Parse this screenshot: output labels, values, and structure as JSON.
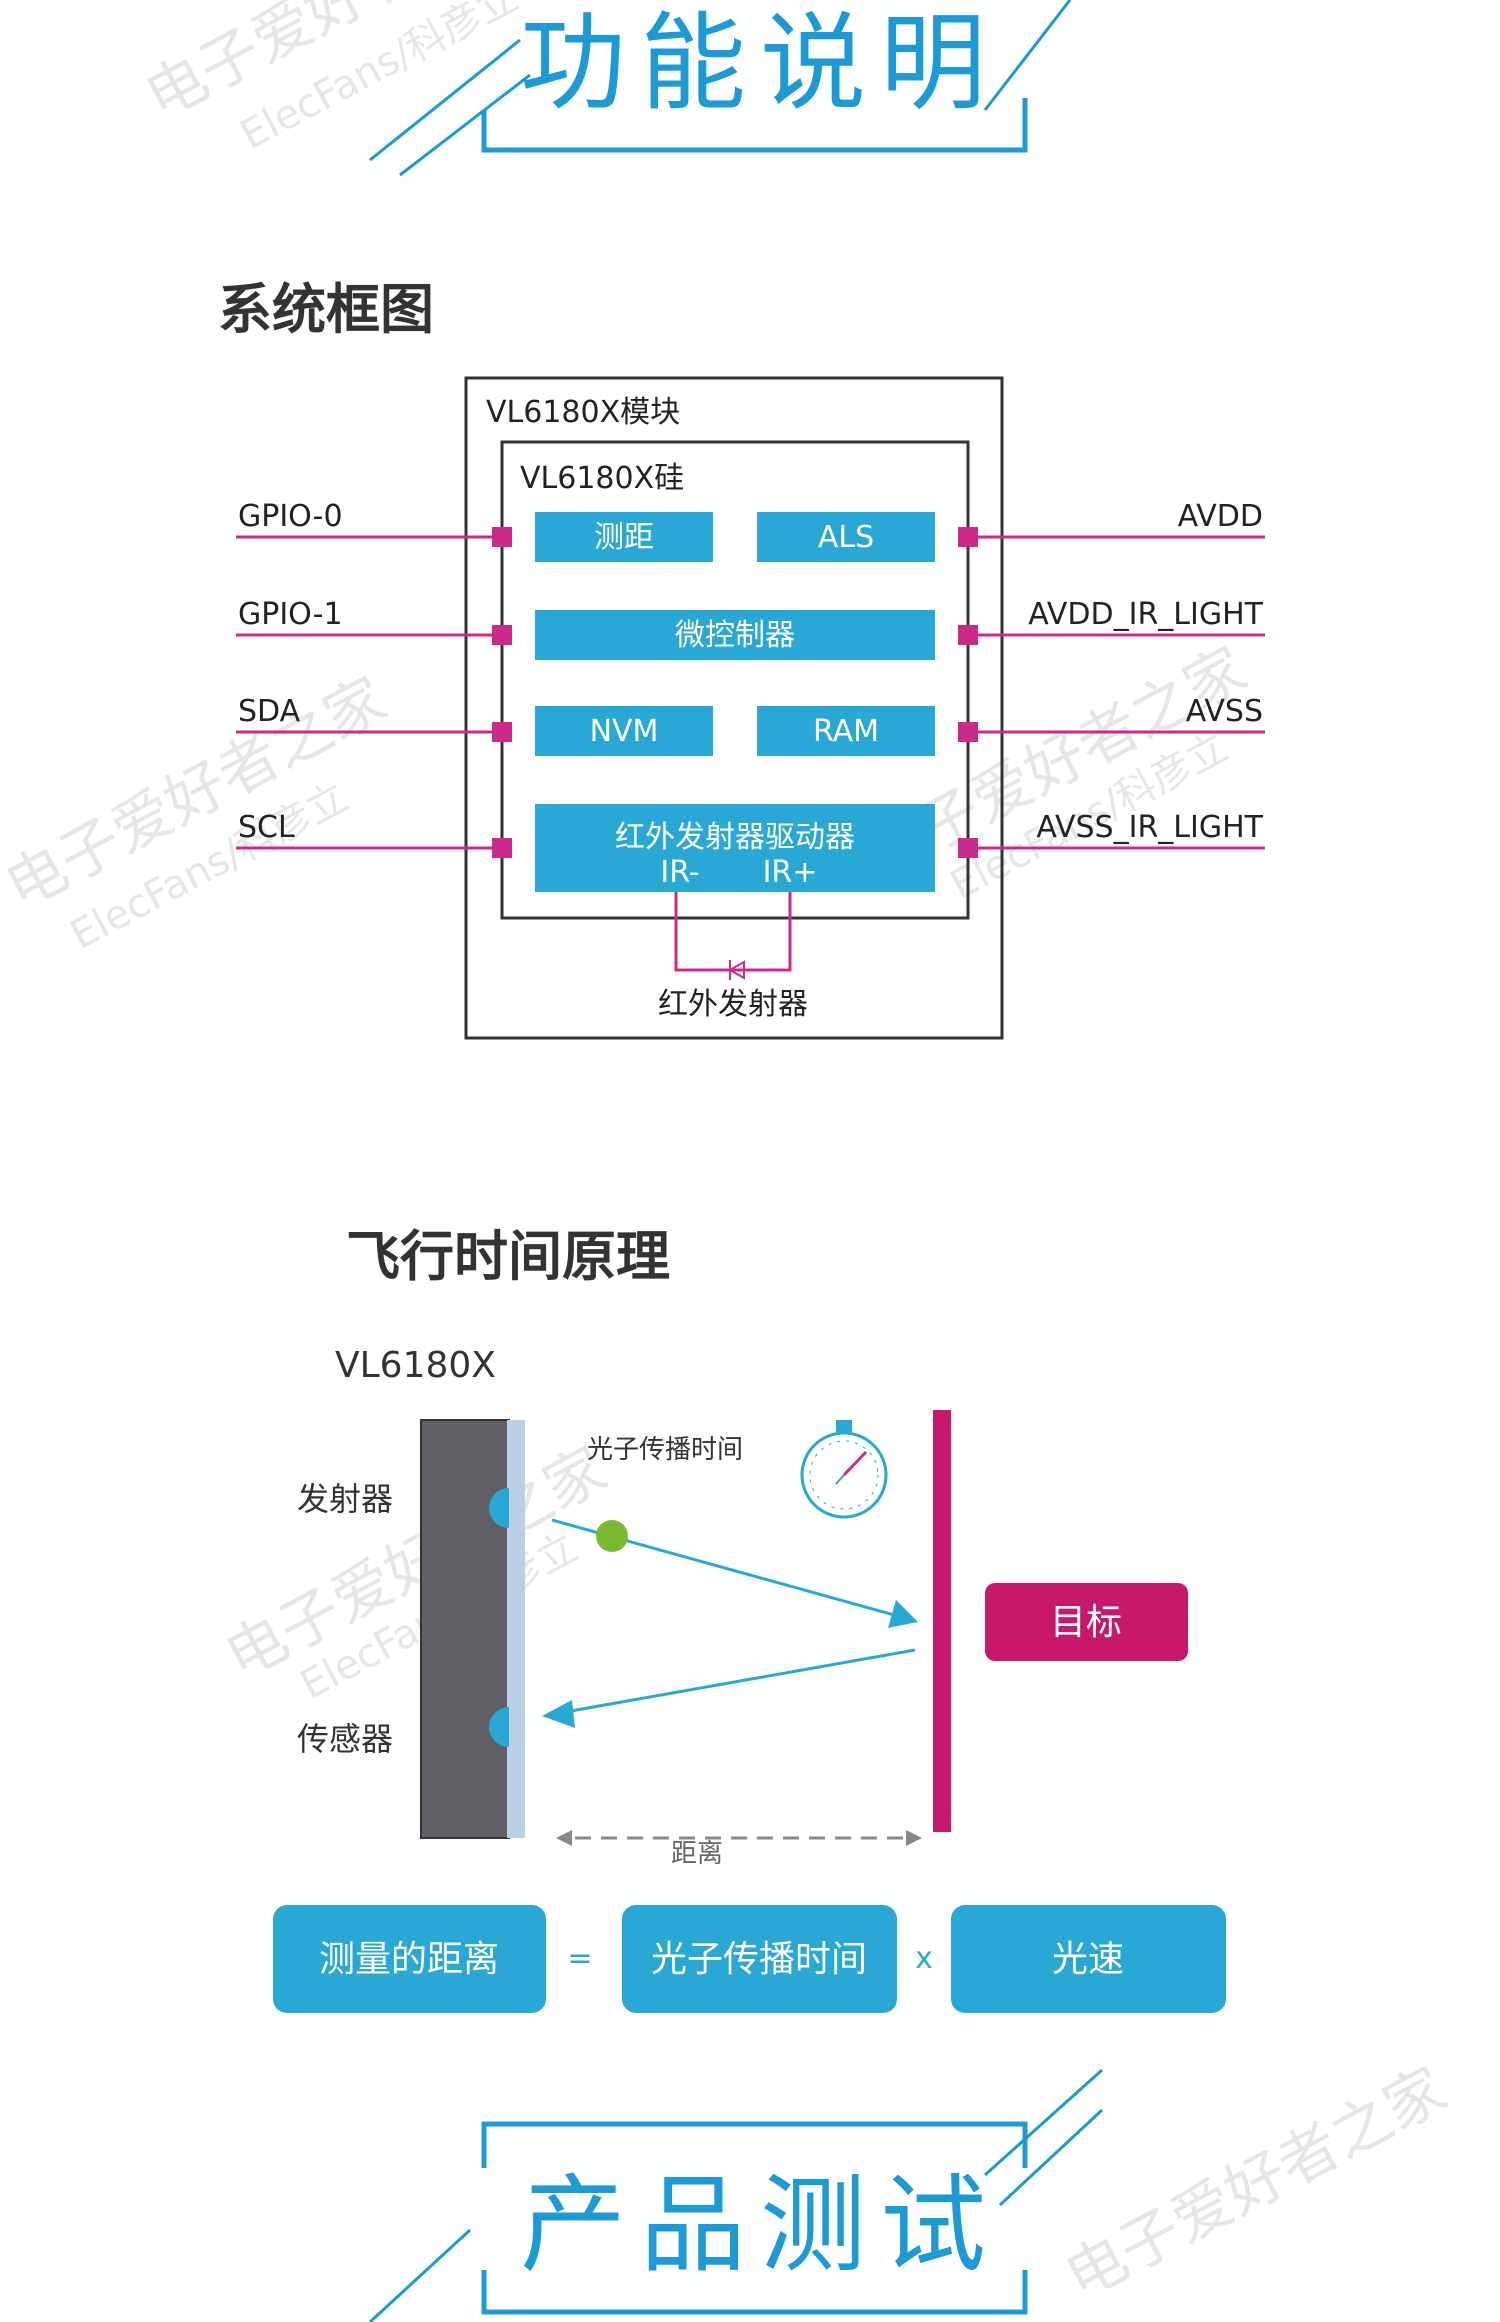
{
  "headers": {
    "top": "功能说明",
    "bottom": "产品测试"
  },
  "block_diagram": {
    "title": "系统框图",
    "module_label": "VL6180X模块",
    "silicon_label": "VL6180X硅",
    "blocks": {
      "ranging": "测距",
      "als": "ALS",
      "mcu": "微控制器",
      "nvm": "NVM",
      "ram": "RAM",
      "ir_driver": "红外发射器驱动器",
      "ir_minus": "IR-",
      "ir_plus": "IR+"
    },
    "emitter_label": "红外发射器",
    "left_pins": [
      "GPIO-0",
      "GPIO-1",
      "SDA",
      "SCL"
    ],
    "right_pins": [
      "AVDD",
      "AVDD_IR_LIGHT",
      "AVSS",
      "AVSS_IR_LIGHT"
    ]
  },
  "tof": {
    "title": "飞行时间原理",
    "device_label": "VL6180X",
    "emitter_label": "发射器",
    "sensor_label": "传感器",
    "photon_time_label": "光子传播时间",
    "target_label": "目标",
    "distance_label": "距离"
  },
  "formula": {
    "measured_distance": "测量的距离",
    "equals": "=",
    "photon_time": "光子传播时间",
    "times": "x",
    "light_speed": "光速"
  },
  "watermark": {
    "cn": "电子爱好者之家",
    "en": "ElecFans/科彦立"
  },
  "colors": {
    "accent": "#1b9ad6",
    "block_blue": "#29a8d6",
    "pin_magenta": "#cc2a8a",
    "target_magenta": "#c8186e"
  }
}
